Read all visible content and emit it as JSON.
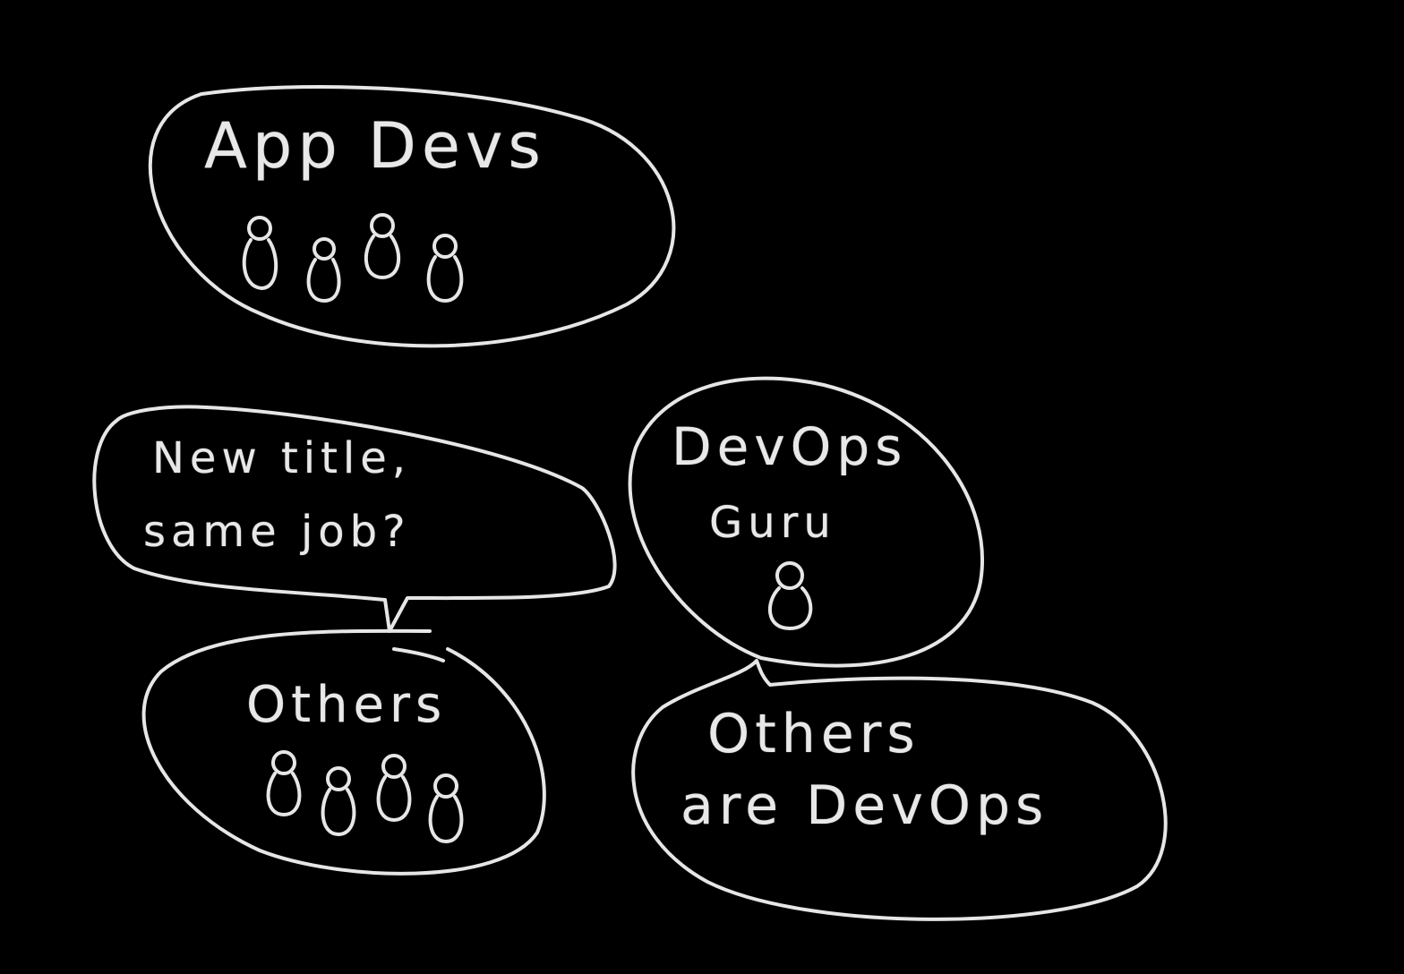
{
  "colors": {
    "background": "#000000",
    "chalk": "#e6e6e6"
  },
  "bubbles": {
    "app_devs": {
      "title": "App Devs",
      "people": 4
    },
    "speech": {
      "line1": "New title,",
      "line2": "same job?"
    },
    "others": {
      "title": "Others",
      "people": 4
    },
    "devops_guru": {
      "line1": "DevOps",
      "line2": "Guru",
      "people": 1
    },
    "others_devops": {
      "line1": "Others",
      "line2": "are DevOps"
    }
  }
}
